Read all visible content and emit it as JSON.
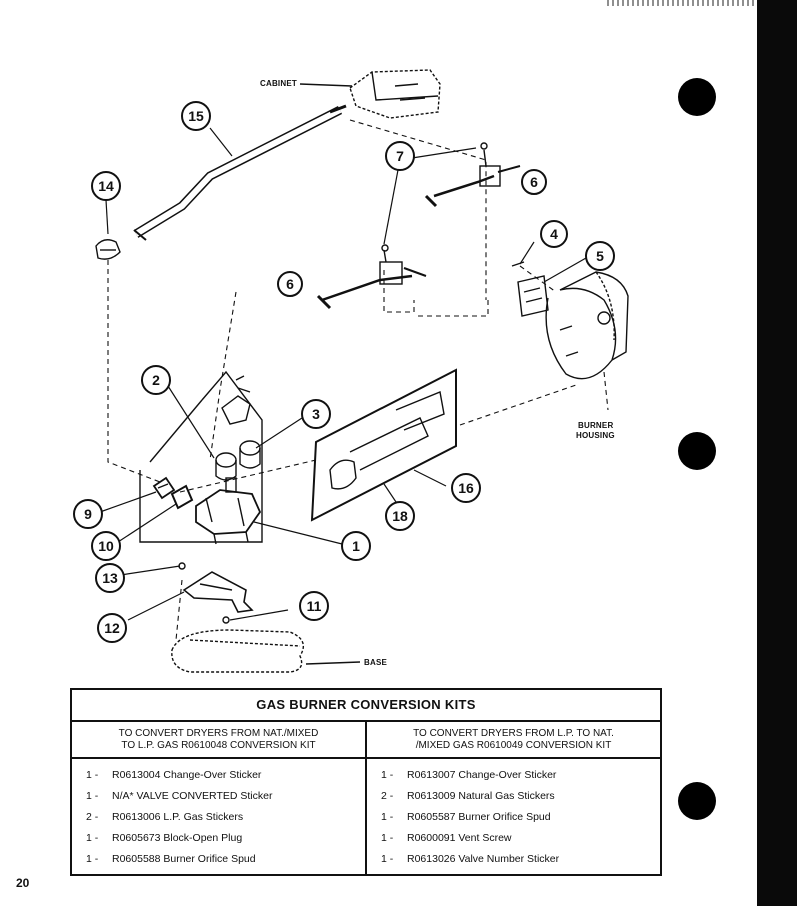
{
  "diagram": {
    "labels": {
      "cabinet": "CABINET",
      "base": "BASE",
      "burner_housing_line1": "BURNER",
      "burner_housing_line2": "HOUSING"
    },
    "callouts": [
      "1",
      "2",
      "3",
      "4",
      "5",
      "6",
      "6",
      "7",
      "9",
      "10",
      "11",
      "12",
      "13",
      "14",
      "15",
      "16",
      "18"
    ]
  },
  "kits": {
    "title": "GAS BURNER CONVERSION KITS",
    "left": {
      "heading_line1": "TO CONVERT DRYERS FROM  NAT./MIXED",
      "heading_line2": "TO L.P. GAS R0610048 CONVERSION KIT",
      "items": [
        {
          "qty": "1 -",
          "desc": "R0613004  Change-Over Sticker"
        },
        {
          "qty": "1 -",
          "desc": "N/A* VALVE CONVERTED Sticker"
        },
        {
          "qty": "2 -",
          "desc": "R0613006  L.P. Gas Stickers"
        },
        {
          "qty": "1 -",
          "desc": "R0605673  Block-Open Plug"
        },
        {
          "qty": "1 -",
          "desc": "R0605588 Burner Orifice Spud"
        }
      ]
    },
    "right": {
      "heading_line1": "TO CONVERT DRYERS FROM L.P. TO NAT.",
      "heading_line2": "/MIXED GAS R0610049 CONVERSION KIT",
      "items": [
        {
          "qty": "1 -",
          "desc": "R0613007 Change-Over Sticker"
        },
        {
          "qty": "2 -",
          "desc": "R0613009 Natural Gas Stickers"
        },
        {
          "qty": "1 -",
          "desc": "R0605587 Burner Orifice Spud"
        },
        {
          "qty": "1 -",
          "desc": "R0600091 Vent Screw"
        },
        {
          "qty": "1 -",
          "desc": "R0613026 Valve Number Sticker"
        }
      ]
    }
  },
  "page_number": "20"
}
